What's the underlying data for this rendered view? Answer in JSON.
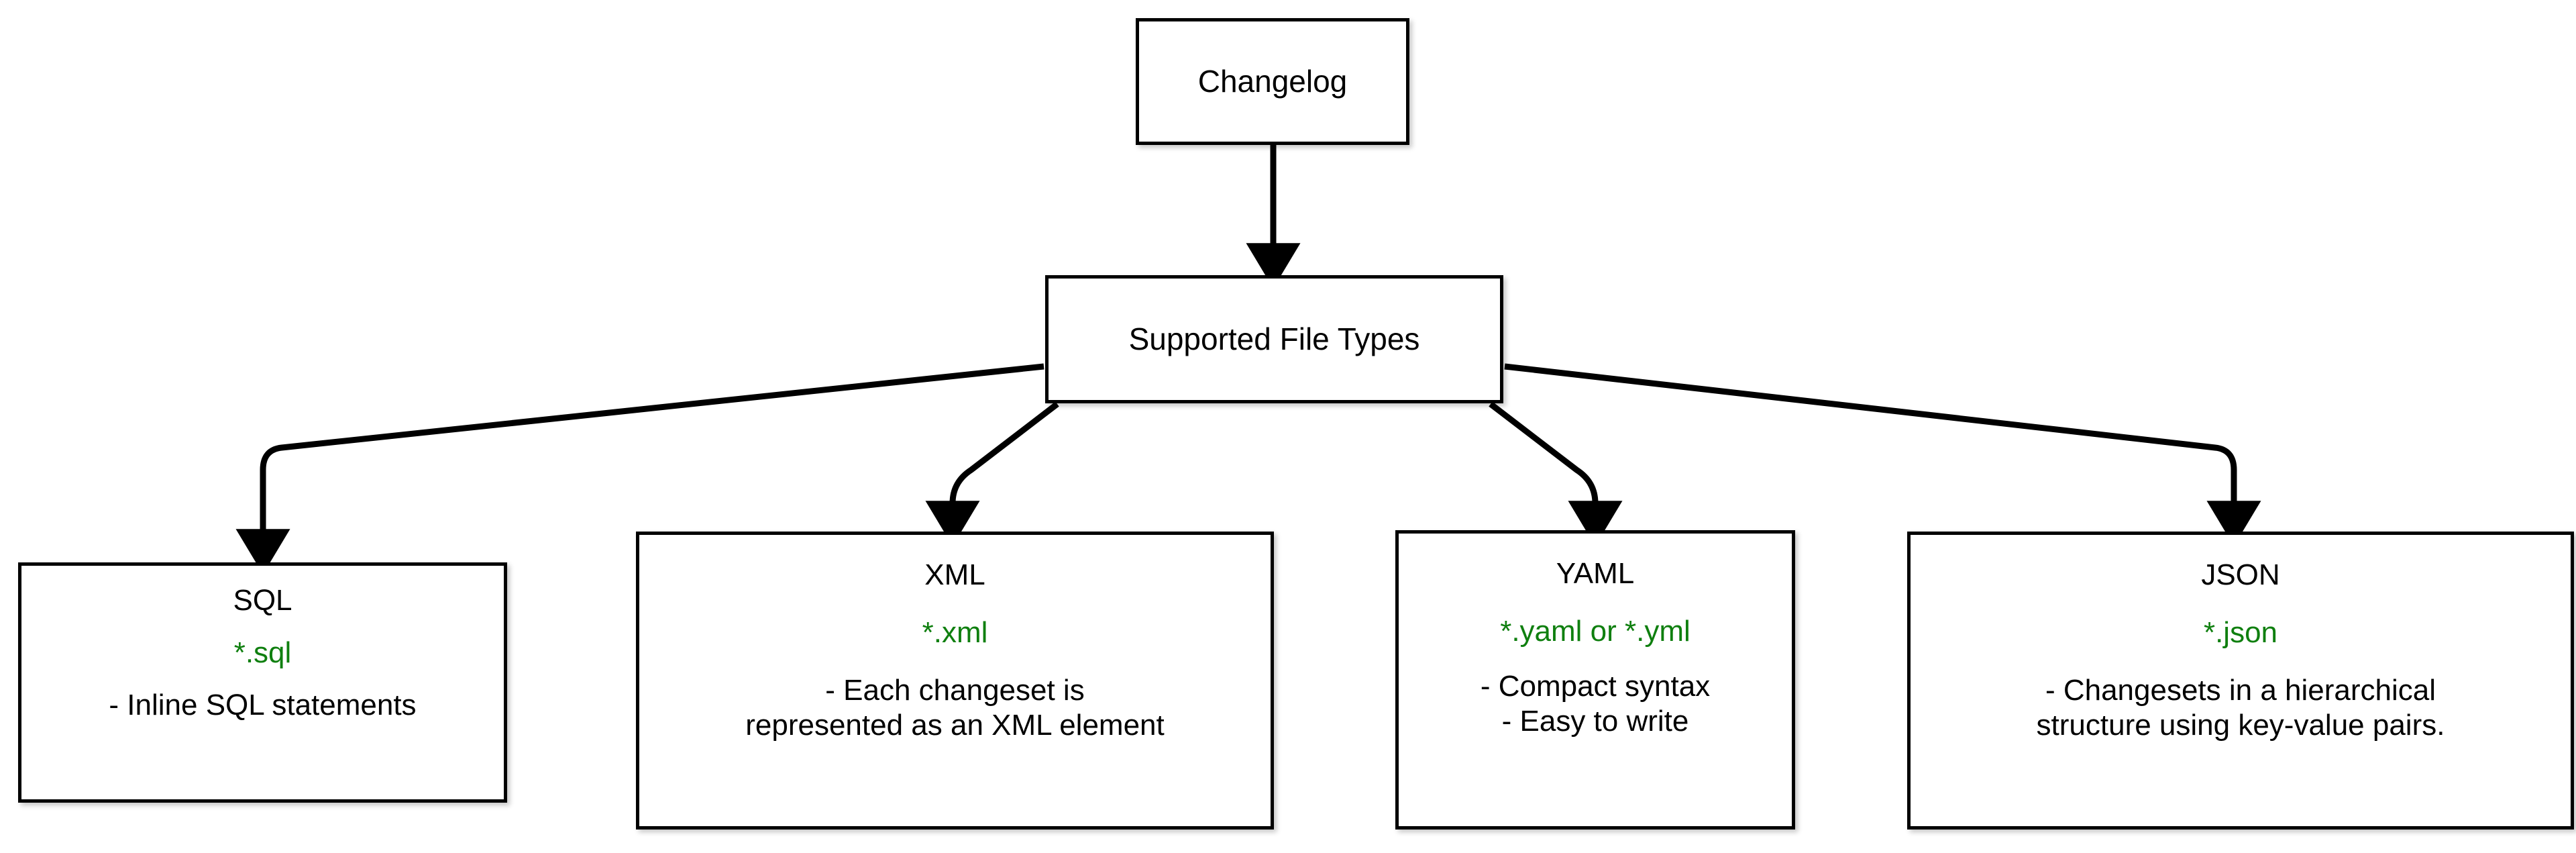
{
  "diagram": {
    "title": "Changelog Supported File Types",
    "background_color": "#ffffff",
    "node_border_color": "#000000",
    "accent_color": "#0f7f0f",
    "text_color": "#000000"
  },
  "nodes": {
    "root": {
      "label": "Changelog"
    },
    "supported": {
      "label": "Supported File Types"
    },
    "sql": {
      "title": "SQL",
      "extension": "*.sql",
      "desc_line1": "- Inline SQL statements"
    },
    "xml": {
      "title": "XML",
      "extension": "*.xml",
      "desc_line1": "- Each changeset is",
      "desc_line2": "represented as an XML element"
    },
    "yaml": {
      "title": "YAML",
      "extension": "*.yaml or *.yml",
      "desc_line1": "- Compact syntax",
      "desc_line2": "- Easy to write"
    },
    "json": {
      "title": "JSON",
      "extension": "*.json",
      "desc_line1": "- Changesets in a hierarchical",
      "desc_line2": "structure using key-value pairs."
    }
  },
  "edges": [
    {
      "from": "root",
      "to": "supported",
      "style": "arrow"
    },
    {
      "from": "supported",
      "to": "sql",
      "style": "arrow"
    },
    {
      "from": "supported",
      "to": "xml",
      "style": "arrow"
    },
    {
      "from": "supported",
      "to": "yaml",
      "style": "arrow"
    },
    {
      "from": "supported",
      "to": "json",
      "style": "arrow"
    }
  ]
}
